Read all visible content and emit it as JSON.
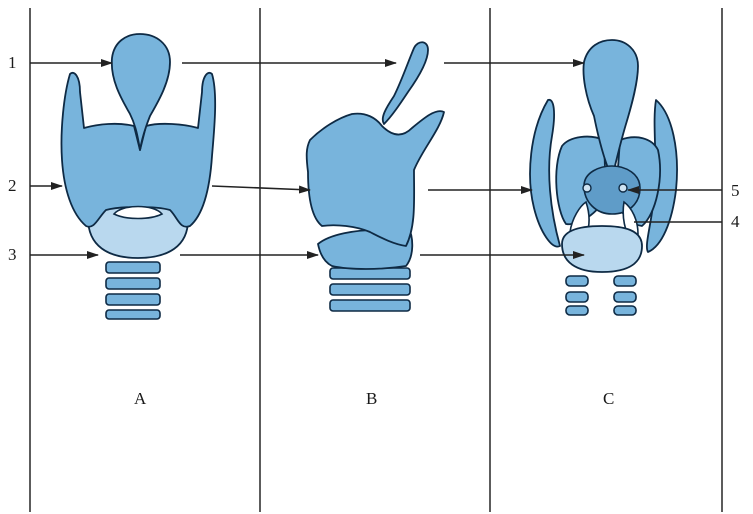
{
  "figure": {
    "row_labels": [
      "1",
      "2",
      "3"
    ],
    "side_labels": [
      "5",
      "4"
    ],
    "panel_labels": [
      "A",
      "B",
      "C"
    ],
    "colors": {
      "cartilage": "#78b4dc",
      "cartilage_light": "#b9d8ee",
      "outline": "#0e2a44",
      "lines": "#333333"
    }
  }
}
